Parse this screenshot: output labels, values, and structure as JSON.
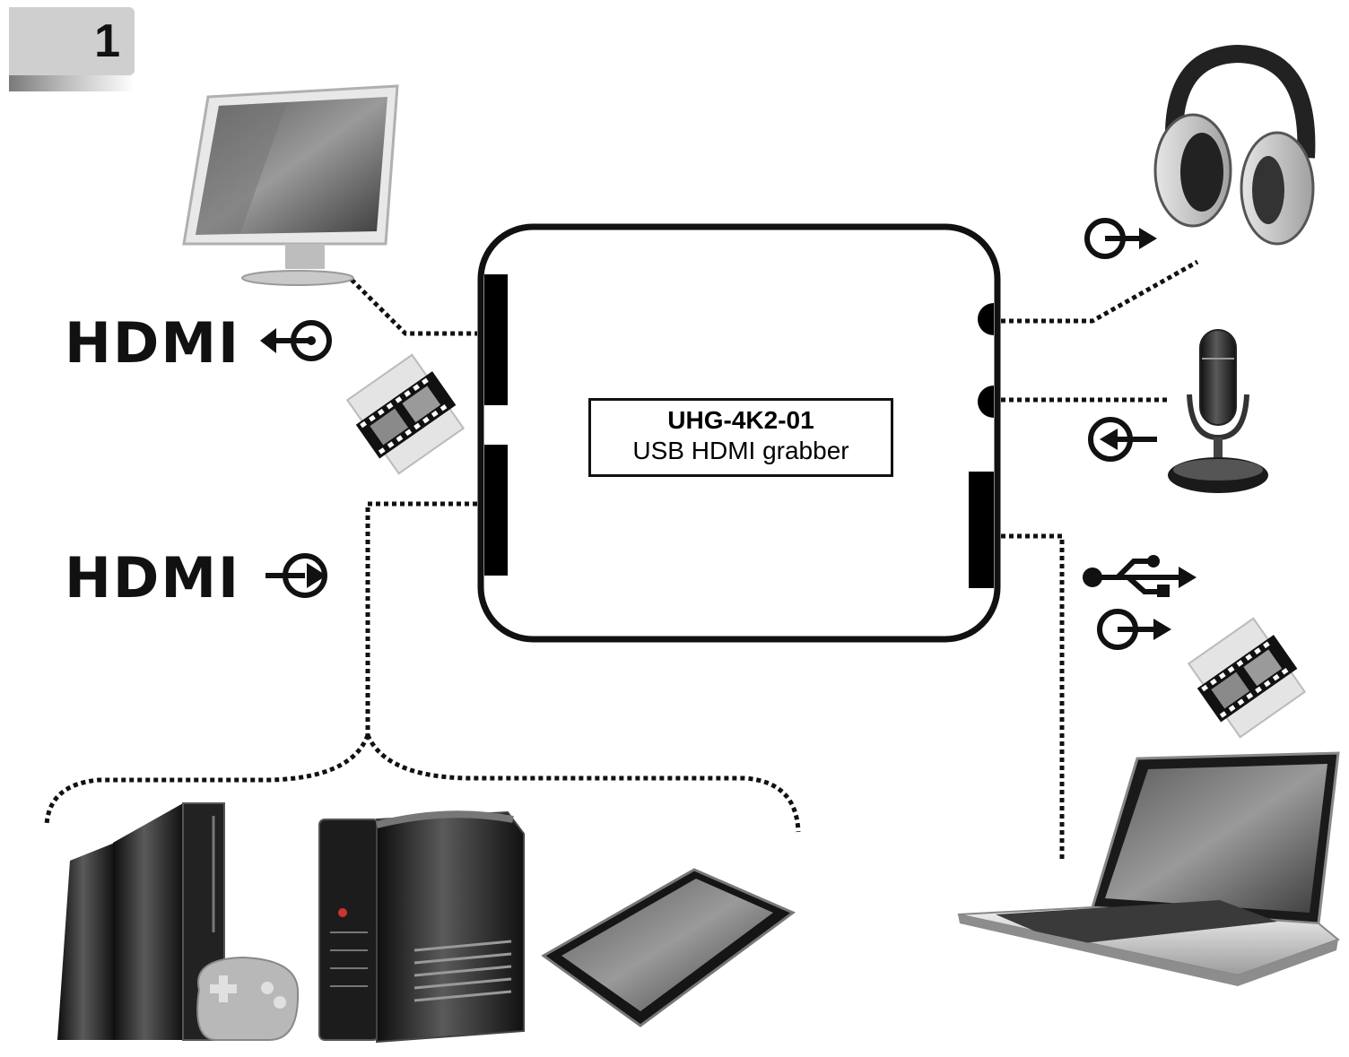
{
  "step": {
    "number": "1"
  },
  "device": {
    "model": "UHG-4K2-01",
    "description": "USB HDMI grabber"
  },
  "labels": {
    "hdmi_input": "HDMI",
    "hdmi_output": "HDMI"
  },
  "icons": {
    "monitor": "monitor-icon",
    "headphones": "headphones-icon",
    "microphone": "microphone-icon",
    "usb": "usb-icon",
    "laptop": "laptop-icon",
    "game_console": "game-console-icon",
    "desktop_pc": "desktop-pc-icon",
    "tablet": "tablet-icon",
    "video_file": "video-file-icon"
  },
  "colors": {
    "line": "#111111",
    "badge": "#cfcfcf"
  }
}
